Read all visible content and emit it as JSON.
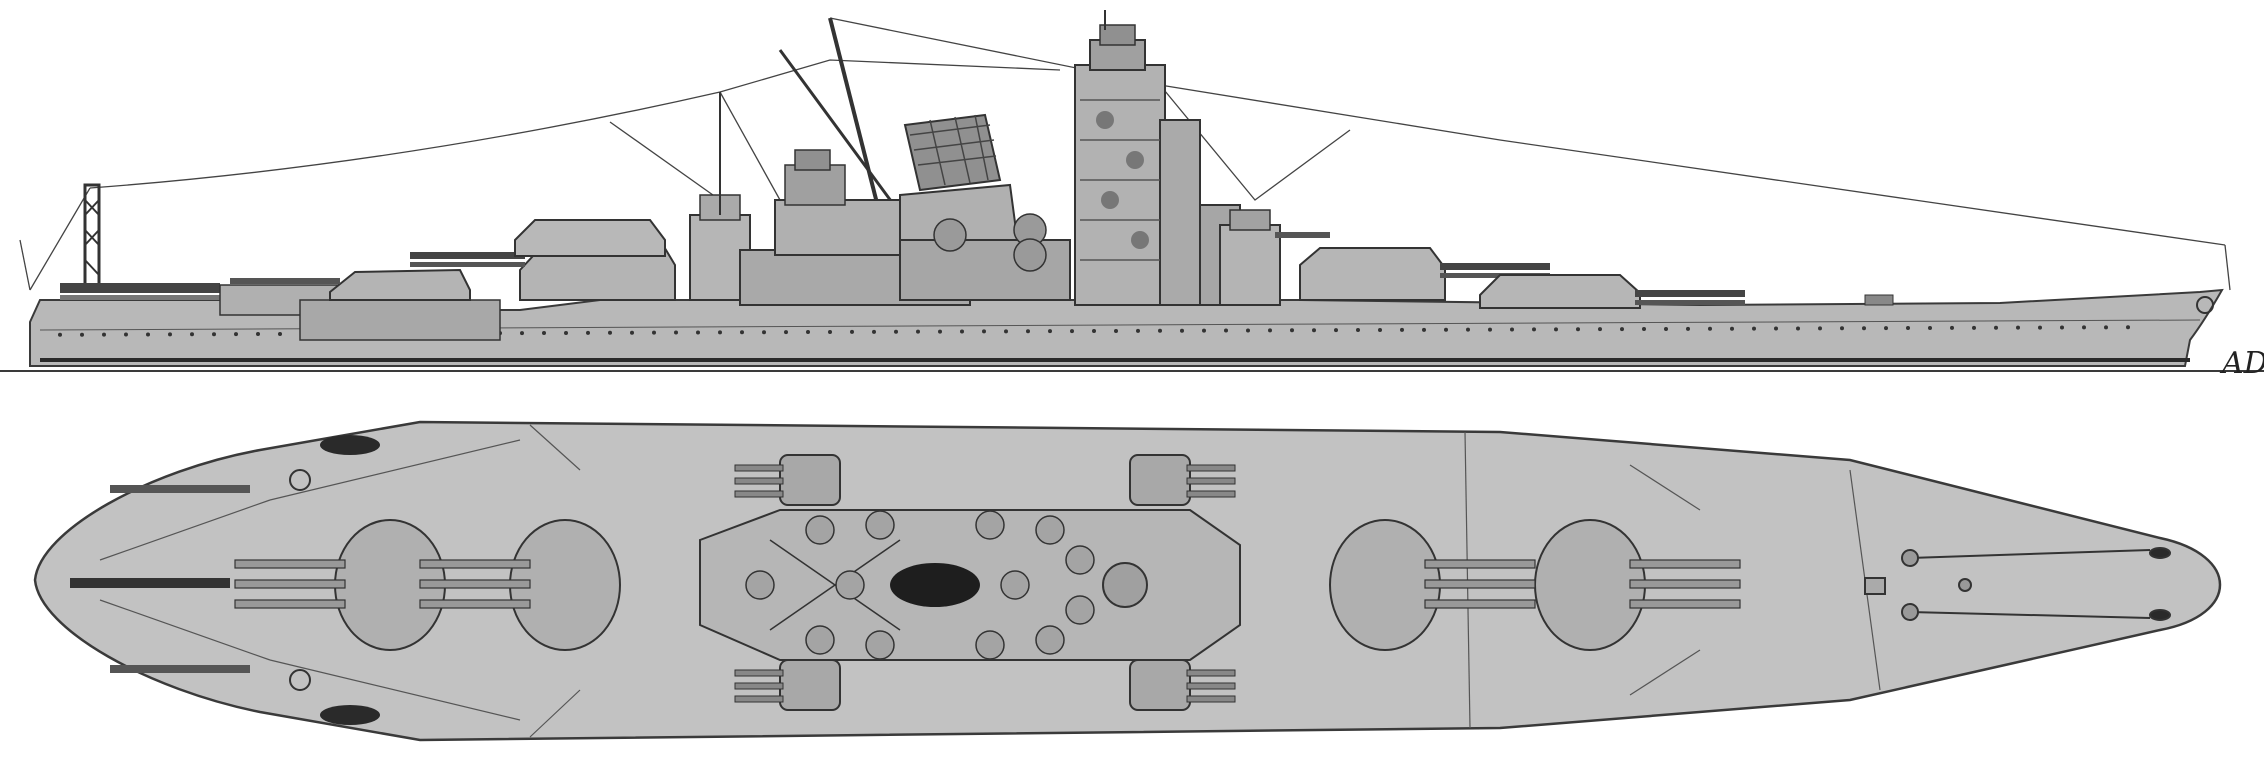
{
  "signature": "AD",
  "colors": {
    "hull": "#b8b8b8",
    "deck": "#c2c2c2",
    "outline": "#3a3a3a",
    "dark": "#2a2a2a",
    "mid": "#9a9a9a",
    "rigging": "#444444",
    "background": "#ffffff"
  },
  "icons": {
    "side_view": "battleship-profile",
    "top_view": "battleship-plan"
  }
}
